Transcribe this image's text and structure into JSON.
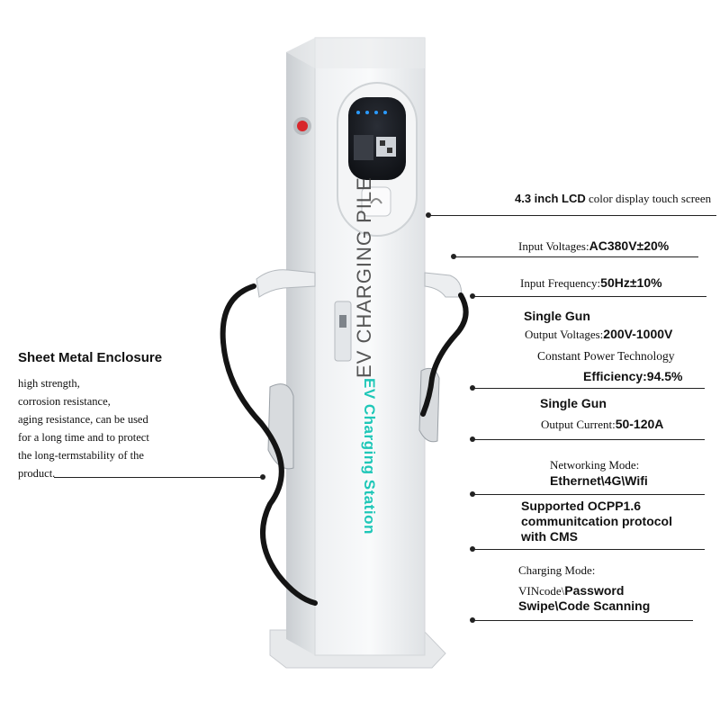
{
  "product": {
    "brand_line": "EV Charging Station",
    "brand_mark": "EV CHARGING PILE"
  },
  "left": {
    "title": "Sheet Metal Enclosure",
    "lines": [
      "high strength,",
      "corrosion resistance,",
      "aging resistance, can be used",
      "for a long time and to protect",
      "the long-termstability of the",
      "product."
    ]
  },
  "specs": {
    "lcd": {
      "bold": "4.3 inch LCD",
      "rest": " color display touch screen"
    },
    "input_voltage": {
      "label": "Input Voltages:",
      "value": "AC380V±20%"
    },
    "input_freq": {
      "label": "Input Frequency:",
      "value": "50Hz±10%"
    },
    "gun1": {
      "title": "Single Gun",
      "label": "Output Voltages:",
      "value": "200V-1000V"
    },
    "cpt": {
      "text": "Constant Power Technology"
    },
    "eff": {
      "text": "Efficiency:94.5%"
    },
    "gun2": {
      "title": "Single Gun",
      "label": "Output Current:",
      "value": "50-120A"
    },
    "net": {
      "label": "Networking Mode:",
      "value": "Ethernet\\4G\\Wifi"
    },
    "ocpp": {
      "l1": "Supported OCPP1.6",
      "l2": "communitcation protocol",
      "l3": "with CMS"
    },
    "mode": {
      "label": "Charging Mode:",
      "l1a": "VINcode\\",
      "l1b": "Password",
      "l2": "Swipe\\Code Scanning"
    }
  },
  "colors": {
    "accent": "#1fc7b8",
    "indicator": "#d8262b",
    "screen": "#1b1d22"
  }
}
